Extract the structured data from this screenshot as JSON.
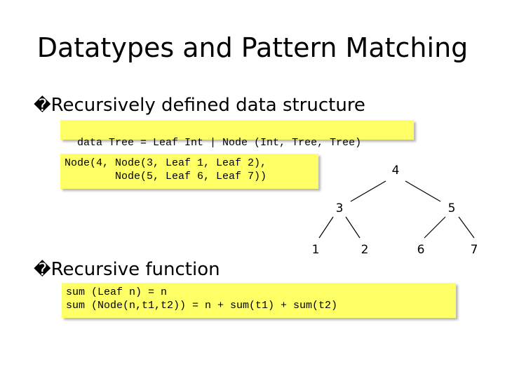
{
  "title": "Datatypes and Pattern Matching",
  "bullets": {
    "mark": "�",
    "first": "Recursively defined data structure",
    "second": "Recursive function"
  },
  "code": {
    "datatype": "data Tree = Leaf Int | Node (Int, Tree, Tree)",
    "expr_line1": "Node(4, Node(3, Leaf 1, Leaf 2),",
    "expr_line2": "        Node(5, Leaf 6, Leaf 7))",
    "sum_line1": "sum (Leaf n) = n",
    "sum_line2": "sum (Node(n,t1,t2)) = n + sum(t1) + sum(t2)"
  },
  "tree": {
    "root": "4",
    "left": "3",
    "right": "5",
    "left_left": "1",
    "left_right": "2",
    "right_left": "6",
    "right_right": "7"
  }
}
